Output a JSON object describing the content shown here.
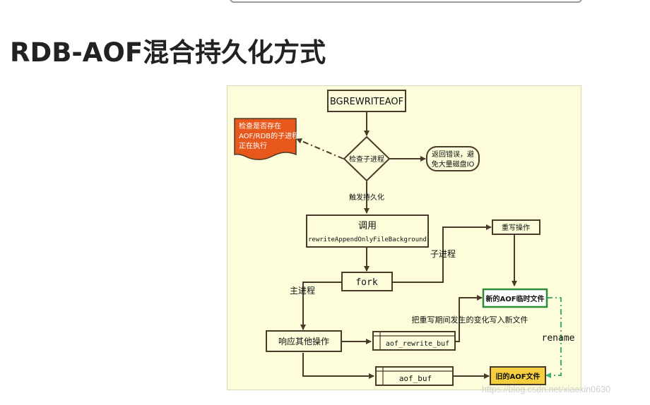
{
  "slide": {
    "title": "RDB-AOF混合持久化方式"
  },
  "flowchart": {
    "start": "BGREWRITEAOF",
    "check_process": "检查子进程",
    "note_line1": "检查是否存在",
    "note_line2": "AOF/RDB的子进程",
    "note_line3": "正在执行",
    "return_line1": "返回错误，避",
    "return_line2": "免大量磁盘IO",
    "trigger_label": "触发持久化",
    "call_line1": "调用",
    "call_line2": "rewriteAppendOnlyFileBackground",
    "fork": "fork",
    "child_label": "子进程",
    "main_label": "主进程",
    "rewrite_op": "重写操作",
    "new_aof": "新的AOF临时文件",
    "write_changes": "把重写期间发生的变化写入新文件",
    "respond": "响应其他操作",
    "aof_rewrite_buf": "aof_rewrite_buf",
    "rename": "rename",
    "aof_buf": "aof_buf",
    "old_aof": "旧的AOF文件"
  },
  "watermark": "https://blog.csdn.net/xiaoxin0630",
  "colors": {
    "diagram_bg": "#fdfddb",
    "stroke": "#4a3a2a",
    "note_fill": "#e8581c",
    "new_aof_border": "#2e8b3a",
    "old_aof_fill": "#f5cf3f",
    "rename_line": "#3cb371"
  }
}
